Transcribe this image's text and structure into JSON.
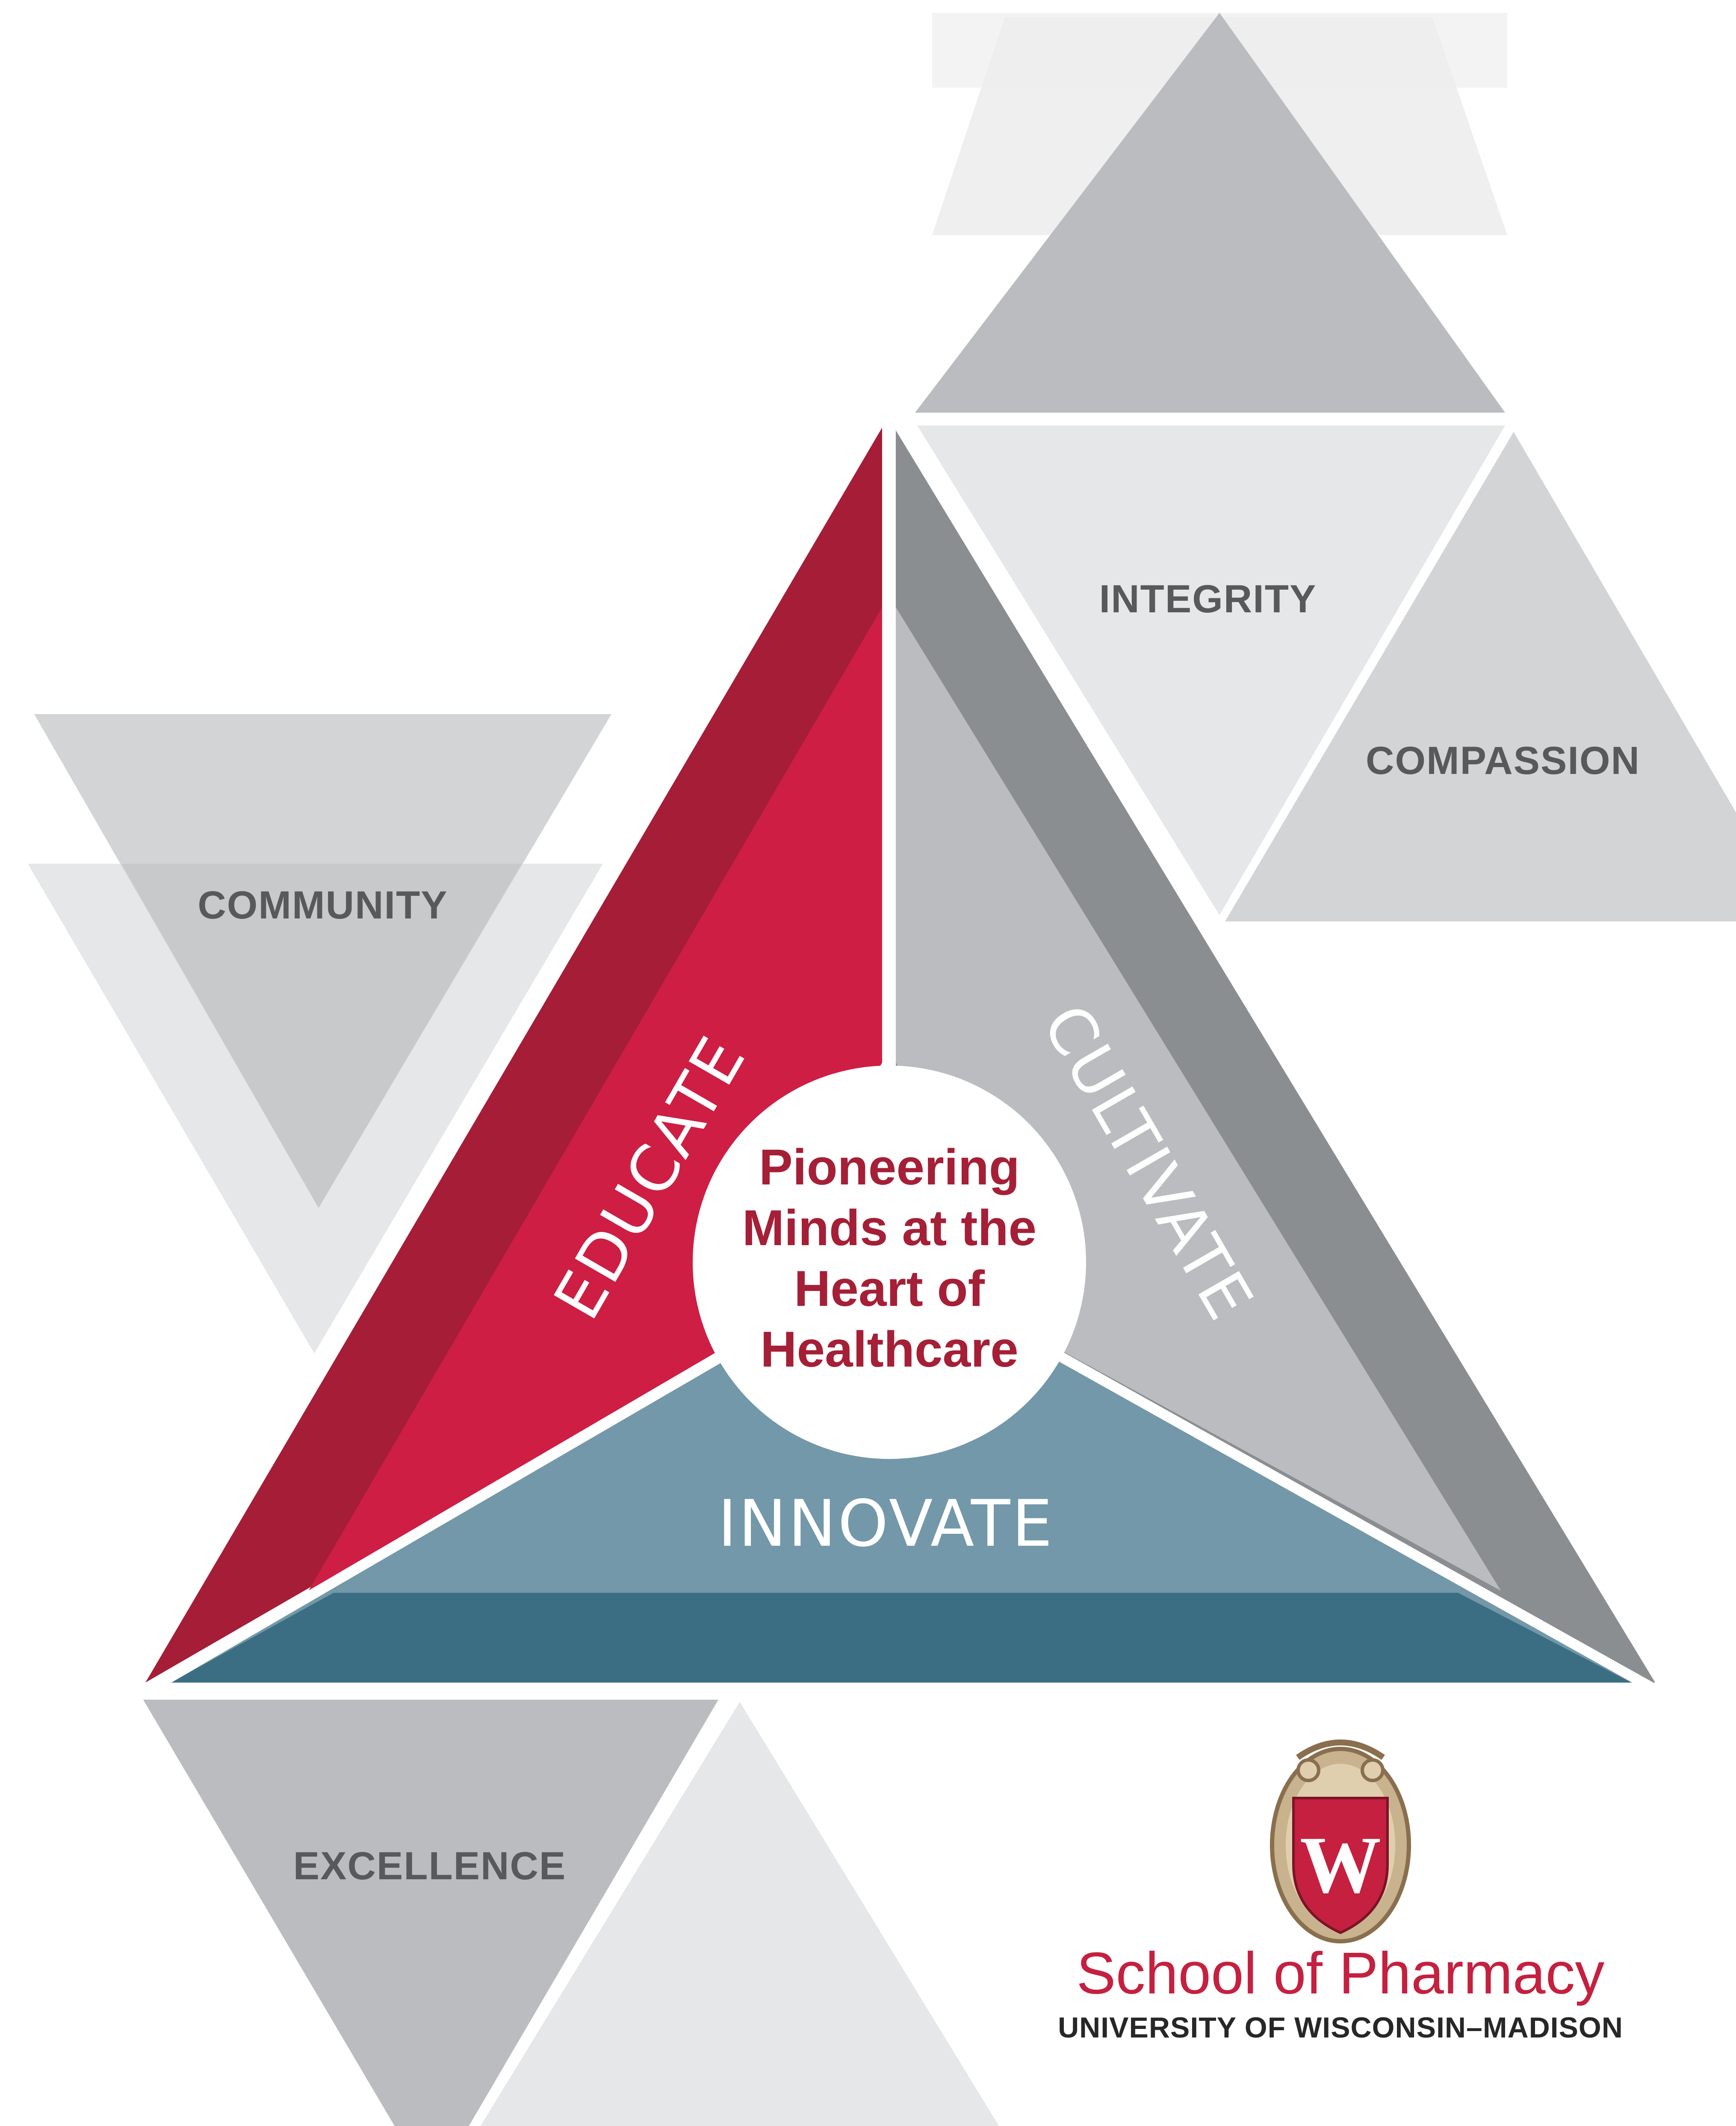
{
  "center": {
    "lines": [
      "Pioneering",
      "Minds at the",
      "Heart of",
      "Healthcare"
    ]
  },
  "pillars": {
    "educate": "EDUCATE",
    "cultivate": "CULTIVATE",
    "innovate": "INNOVATE"
  },
  "values": {
    "integrity": "INTEGRITY",
    "compassion": "COMPASSION",
    "community": "COMMUNITY",
    "excellence": "EXCELLENCE"
  },
  "logo": {
    "crest_letter": "W",
    "school": "School of Pharmacy",
    "university": "UNIVERSITY OF WISCONSIN–MADISON"
  },
  "colors": {
    "red_dark": "#a51d36",
    "red": "#ce1e43",
    "grey_dark": "#8b8e91",
    "grey_mid": "#bbbcbf",
    "grey_light": "#e6e7e8",
    "grey_lighter": "#d3d4d6",
    "blue": "#7298a9",
    "blue_dark": "#3b6e82",
    "text_grey": "#58595b"
  }
}
